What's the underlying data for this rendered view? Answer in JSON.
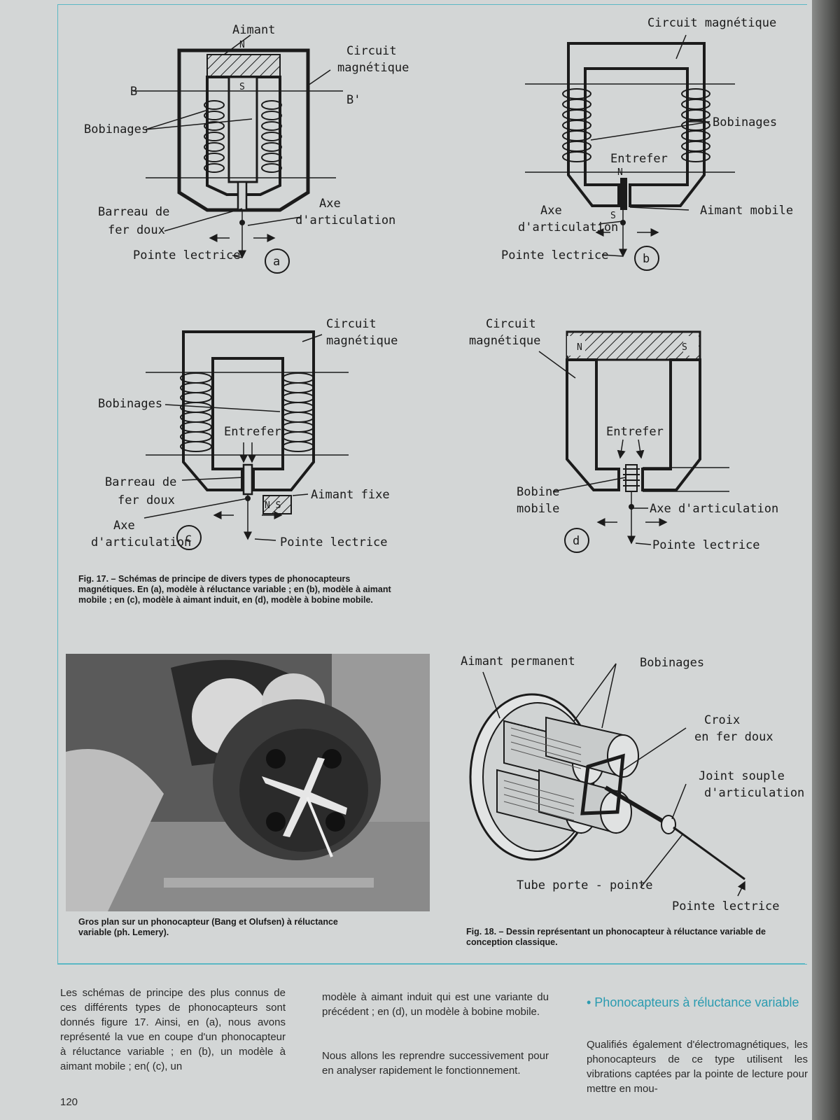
{
  "fig17": {
    "a": {
      "aimant": "Aimant",
      "n": "N",
      "s": "S",
      "circuit_1": "Circuit",
      "circuit_2": "magnétique",
      "b": "B",
      "b_prime": "B'",
      "bobinages": "Bobinages",
      "barreau_1": "Barreau de",
      "barreau_2": "fer doux",
      "axe_1": "Axe",
      "axe_2": "d'articulation",
      "pointe": "Pointe lectrice",
      "letter": "a"
    },
    "b": {
      "circuit": "Circuit magnétique",
      "bobinages": "Bobinages",
      "entrefer": "Entrefer",
      "n": "N",
      "s": "S",
      "aimant": "Aimant mobile",
      "axe_1": "Axe",
      "axe_2": "d'articulation",
      "pointe": "Pointe lectrice",
      "letter": "b"
    },
    "c": {
      "circuit_1": "Circuit",
      "circuit_2": "magnétique",
      "bobinages": "Bobinages",
      "entrefer": "Entrefer",
      "barreau_1": "Barreau de",
      "barreau_2": "fer doux",
      "aimant": "Aimant fixe",
      "ns": "N S",
      "axe_1": "Axe",
      "axe_2": "d'articulation",
      "pointe": "Pointe lectrice",
      "letter": "c"
    },
    "d": {
      "circuit_1": "Circuit",
      "circuit_2": "magnétique",
      "n": "N",
      "s": "S",
      "entrefer": "Entrefer",
      "bobine_1": "Bobine",
      "bobine_2": "mobile",
      "axe": "Axe d'articulation",
      "pointe": "Pointe lectrice",
      "letter": "d"
    },
    "caption": "Fig. 17. – Schémas de principe de divers types de phonocapteurs magnétiques. En (a), modèle à réluctance variable ; en (b), modèle à aimant mobile ; en (c), modèle à aimant induit, en (d), modèle à bobine mobile."
  },
  "photo_caption": "Gros plan sur un phonocapteur (Bang et Olufsen) à réluctance variable (ph. Lemery).",
  "fig18": {
    "aimant": "Aimant permanent",
    "bobinages": "Bobinages",
    "croix_1": "Croix",
    "croix_2": "en fer doux",
    "joint_1": "Joint souple",
    "joint_2": "d'articulation",
    "tube": "Tube porte - pointe",
    "pointe": "Pointe lectrice",
    "caption": "Fig. 18. – Dessin représentant un phonocapteur à réluctance variable de conception classique."
  },
  "body": {
    "col1": "Les schémas de principe des plus connus de ces différents types de phonocapteurs sont donnés figure 17. Ainsi, en (a), nous avons représenté la vue en coupe d'un phonocapteur à réluctance variable ; en (b), un modèle à aimant mobile ; en( (c), un",
    "col2_p1": "modèle à aimant induit qui est une variante du précédent ; en (d), un modèle à bobine mobile.",
    "col2_p2": "Nous allons les reprendre successivement pour en analyser rapidement le fonctionnement.",
    "heading": "• Phonocapteurs à réluctance variable",
    "col3": "Qualifiés également d'électromagnétiques, les phonocapteurs de ce type utilisent les vibrations captées par la pointe de lecture pour mettre en mou-"
  },
  "page_number": "120",
  "colors": {
    "frame": "#5bb8c4",
    "heading": "#2a9bb0",
    "paper": "#d3d6d6"
  }
}
